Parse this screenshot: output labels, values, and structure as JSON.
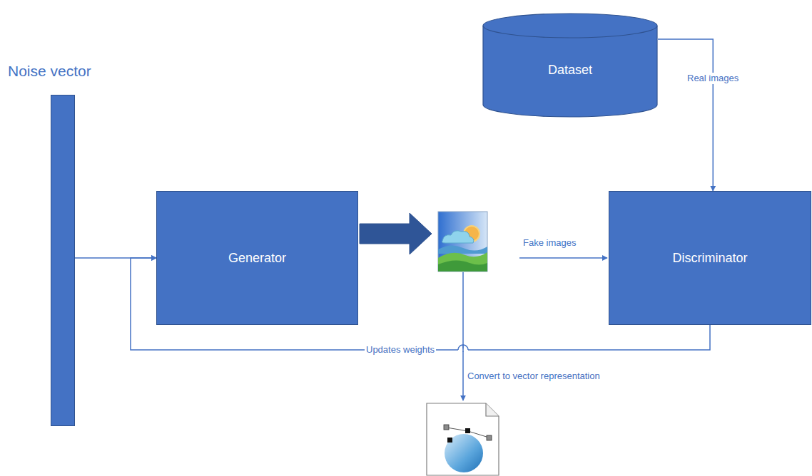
{
  "diagram": {
    "nodes": [
      {
        "text": [
          "Noise vector"
        ]
      },
      {
        "text": [
          "Dataset"
        ]
      },
      {
        "text": [
          "Generator"
        ]
      },
      {
        "text": [
          "Discriminator"
        ]
      }
    ],
    "edges": [
      {
        "from": 0,
        "to": 2,
        "arrow": "to"
      },
      {
        "from": 1,
        "to": 3,
        "label": "Real images",
        "arrow": "to"
      },
      {
        "from": 3,
        "to": 2,
        "label": "Updates weights",
        "arrow": "to"
      }
    ],
    "labels": [
      "Fake images",
      "Convert to vector representation"
    ]
  }
}
